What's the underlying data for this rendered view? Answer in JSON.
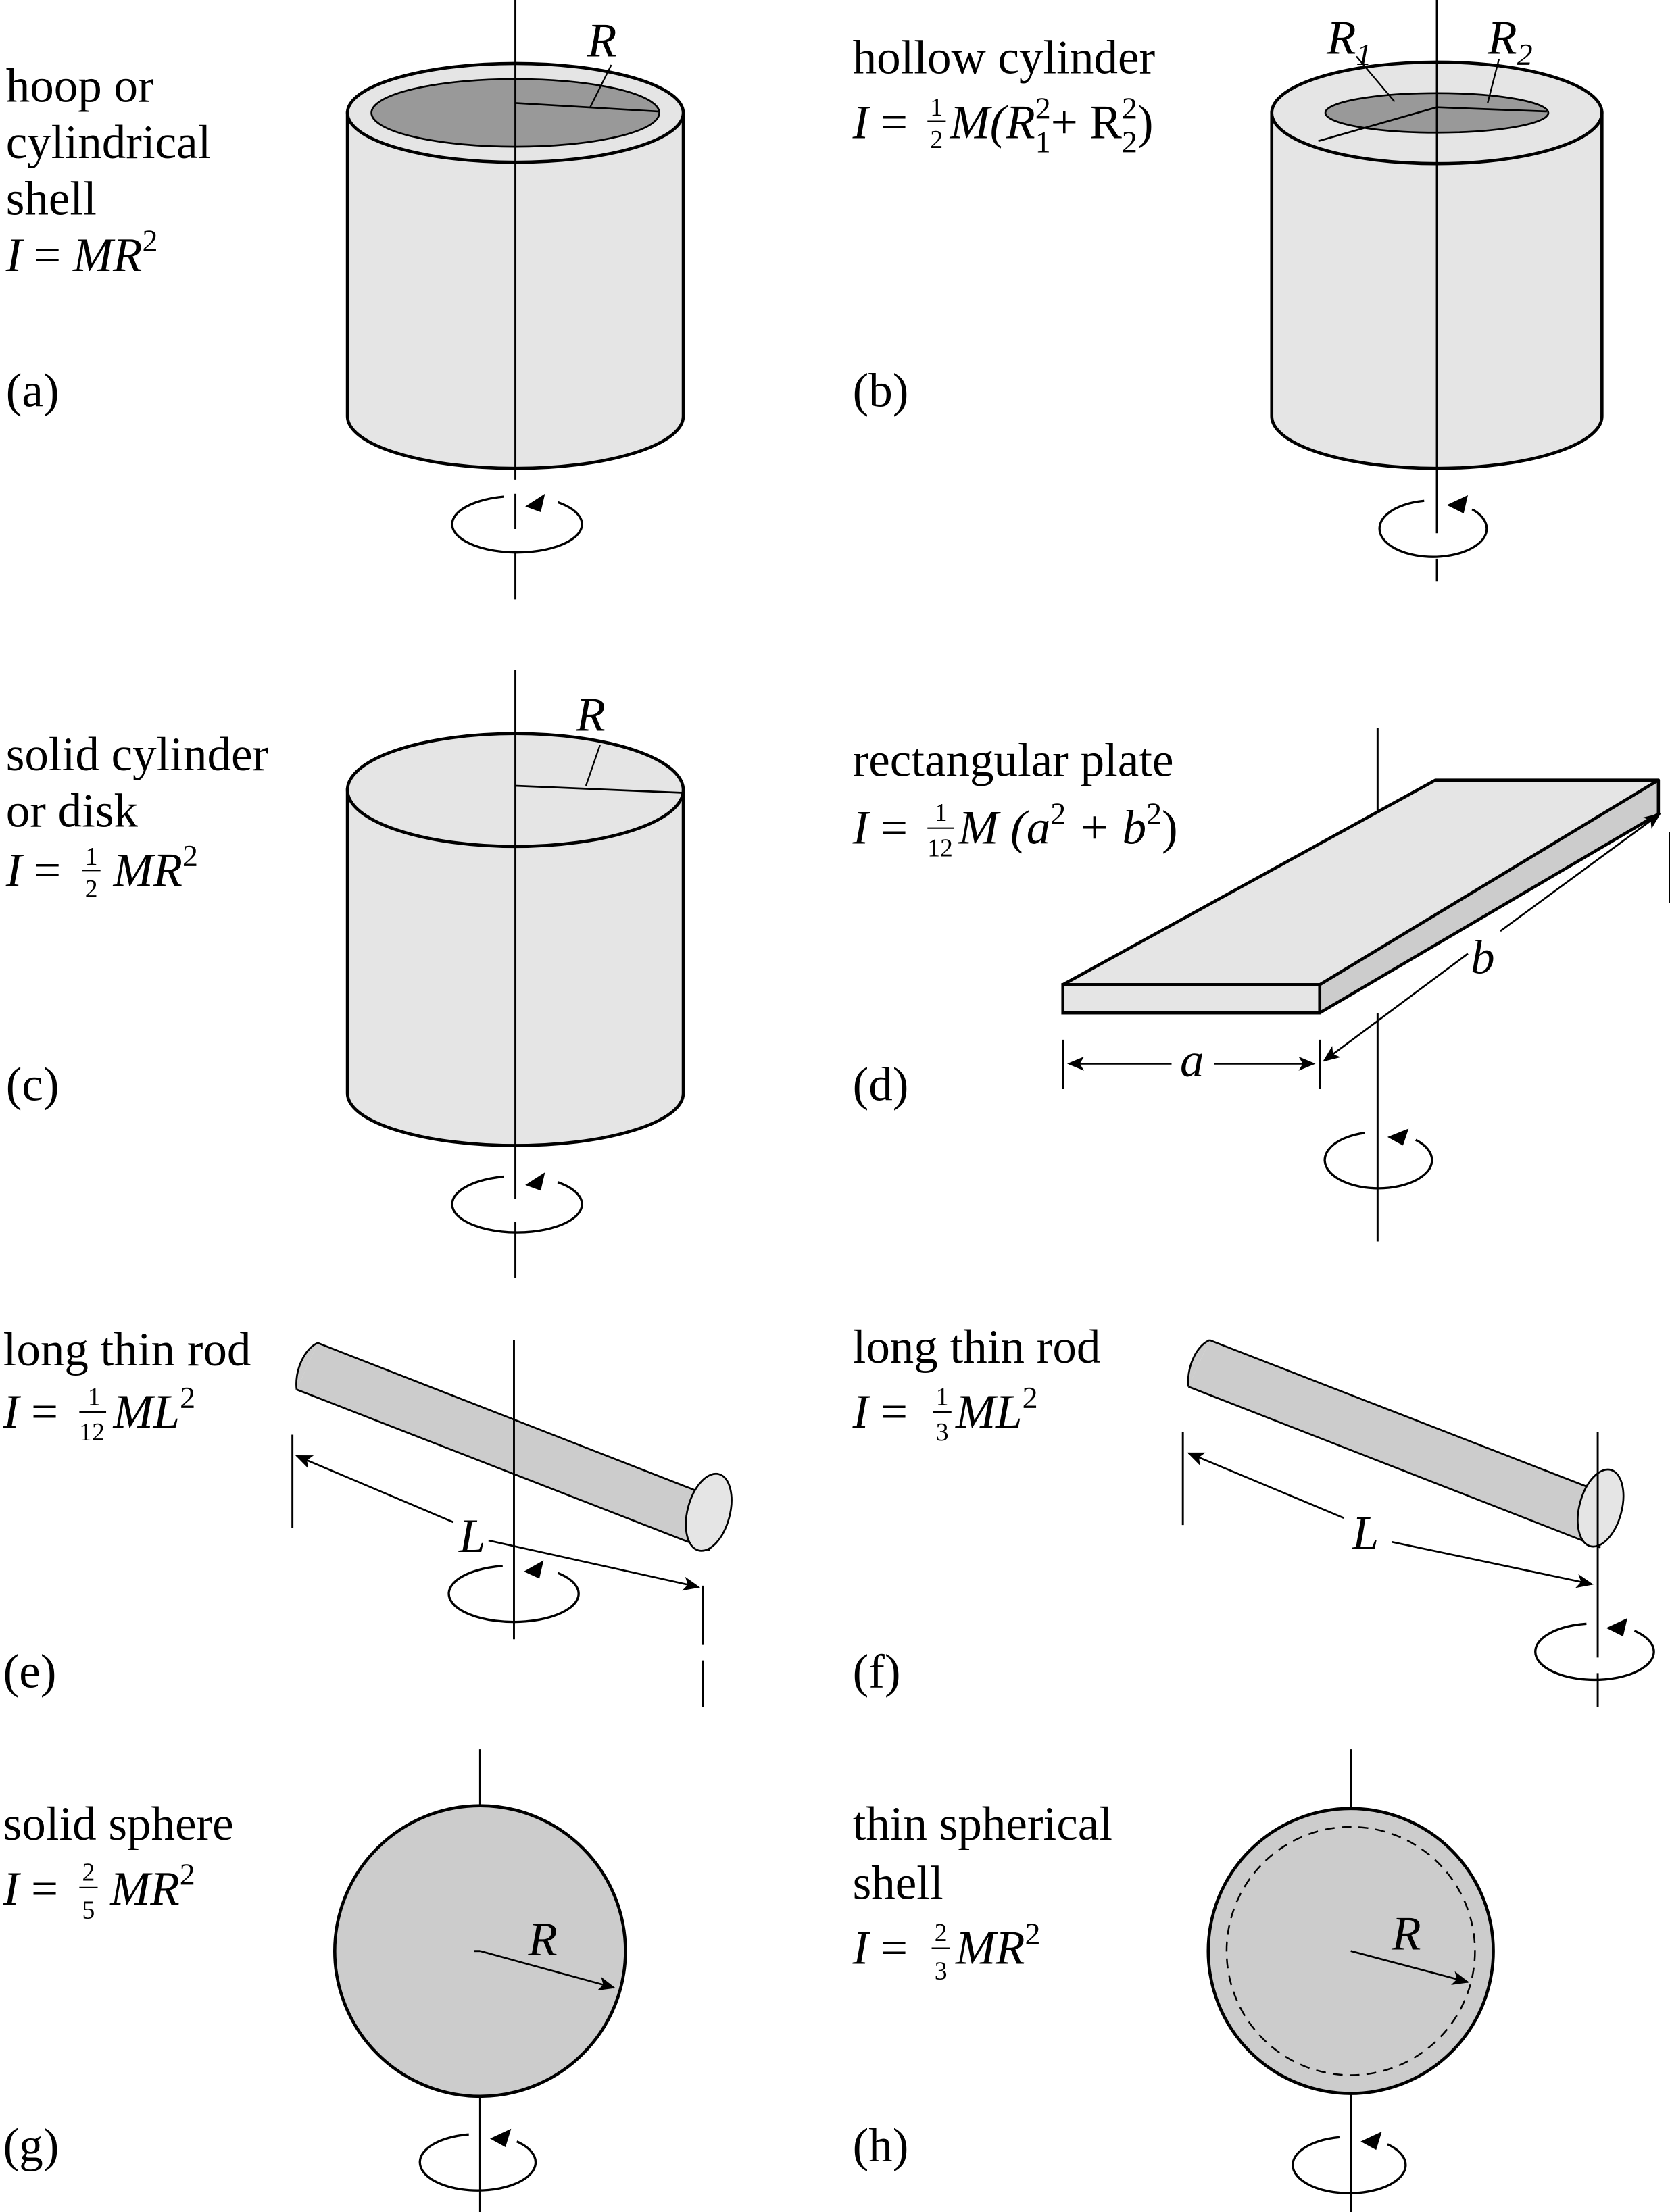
{
  "figure": {
    "colors": {
      "light_fill": "#e5e5e5",
      "mid_fill": "#cccccc",
      "dark_fill": "#999999",
      "stroke": "#000000",
      "background": "#ffffff"
    },
    "panels": [
      {
        "id": "a",
        "tag": "(a)",
        "name_lines": [
          "hoop or",
          "cylindrical",
          "shell"
        ],
        "formula": {
          "lhs": "I",
          "eq": "=",
          "coef": "",
          "body": "MR",
          "exp": "2"
        },
        "dims": [
          "R"
        ]
      },
      {
        "id": "b",
        "tag": "(b)",
        "name_lines": [
          "hollow cylinder"
        ],
        "formula": {
          "lhs": "I",
          "eq": "=",
          "num": "1",
          "den": "2",
          "body": "M(R",
          "sub1": "1",
          "exp1": "2",
          "plus": "+ R",
          "sub2": "2",
          "exp2": "2",
          "close": ")"
        },
        "dims": [
          "R1",
          "R2"
        ],
        "dim_labels": {
          "r1_main": "R",
          "r1_sub": "1",
          "r2_main": "R",
          "r2_sub": "2"
        }
      },
      {
        "id": "c",
        "tag": "(c)",
        "name_lines": [
          "solid cylinder",
          "or disk"
        ],
        "formula": {
          "lhs": "I",
          "eq": "=",
          "num": "1",
          "den": "2",
          "body": "MR",
          "exp": "2"
        },
        "dims": [
          "R"
        ]
      },
      {
        "id": "d",
        "tag": "(d)",
        "name_lines": [
          "rectangular plate"
        ],
        "formula": {
          "lhs": "I",
          "eq": "=",
          "num": "1",
          "den": "12",
          "body": "M (a",
          "exp1": "2",
          "mid": " + b",
          "exp2": "2",
          "close": ")"
        },
        "dims": [
          "a",
          "b"
        ]
      },
      {
        "id": "e",
        "tag": "(e)",
        "name_lines": [
          "long thin rod"
        ],
        "formula": {
          "lhs": "I",
          "eq": "=",
          "num": "1",
          "den": "12",
          "body": "ML",
          "exp": "2"
        },
        "dims": [
          "L"
        ]
      },
      {
        "id": "f",
        "tag": "(f)",
        "name_lines": [
          "long thin rod"
        ],
        "formula": {
          "lhs": "I",
          "eq": "=",
          "num": "1",
          "den": "3",
          "body": "ML",
          "exp": "2"
        },
        "dims": [
          "L"
        ]
      },
      {
        "id": "g",
        "tag": "(g)",
        "name_lines": [
          "solid sphere"
        ],
        "formula": {
          "lhs": "I",
          "eq": "=",
          "num": "2",
          "den": "5",
          "body": "MR",
          "exp": "2"
        },
        "dims": [
          "R"
        ]
      },
      {
        "id": "h",
        "tag": "(h)",
        "name_lines": [
          "thin spherical",
          "shell"
        ],
        "formula": {
          "lhs": "I",
          "eq": "=",
          "num": "2",
          "den": "3",
          "body": "MR",
          "exp": "2"
        },
        "dims": [
          "R"
        ]
      }
    ]
  }
}
